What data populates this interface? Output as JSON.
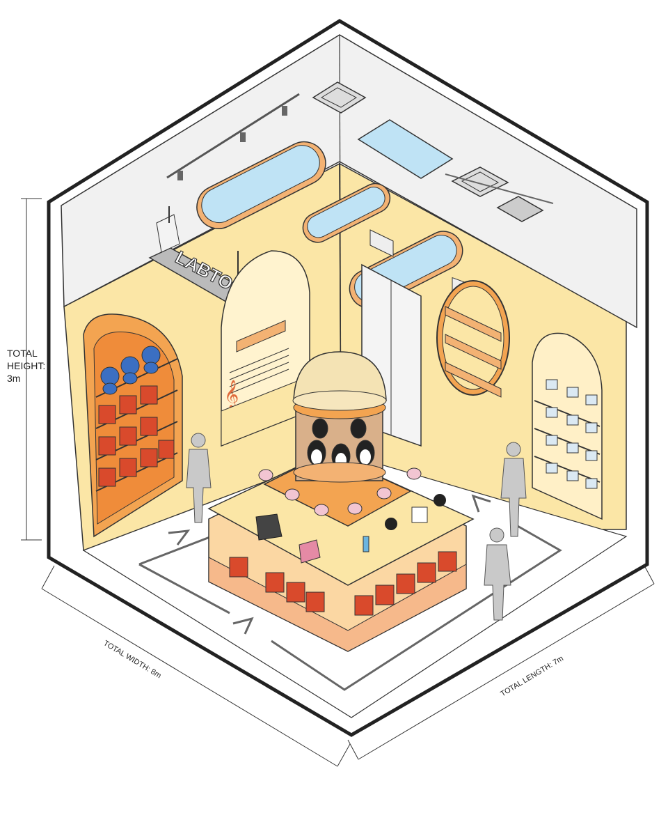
{
  "dimensions": {
    "height_line1": "TOTAL",
    "height_line2": "HEIGHT:",
    "height_line3": "3m",
    "width_label": "TOTAL WIDTH: 8m",
    "length_label": "TOTAL LENGTH: 7m"
  },
  "signage": {
    "logo_text": "LABTOYS"
  },
  "colors": {
    "wall": "#fbe6a6",
    "wall_shade": "#f6d88a",
    "orange": "#f3a451",
    "red_box": "#d94a2c",
    "ceiling": "#f2f2f2",
    "skylight": "#bfe3f5",
    "outline": "#333333",
    "floor": "#ffffff",
    "person": "#c9c9c9"
  }
}
